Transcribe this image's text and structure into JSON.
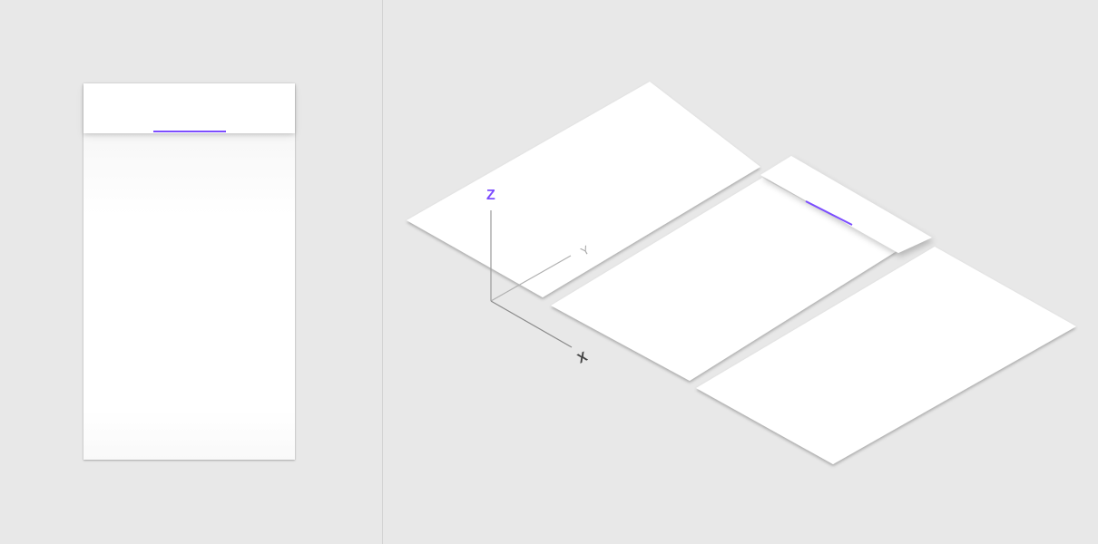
{
  "axes": {
    "z_label": "Z",
    "y_label": "Y",
    "x_label": "X"
  },
  "colors": {
    "background": "#e8e8e8",
    "surface": "#ffffff",
    "accent": "#7c4dff",
    "axis_line": "#a0a0a0",
    "axis_label_dark": "#444444",
    "axis_label_light": "#9a9a9a"
  }
}
